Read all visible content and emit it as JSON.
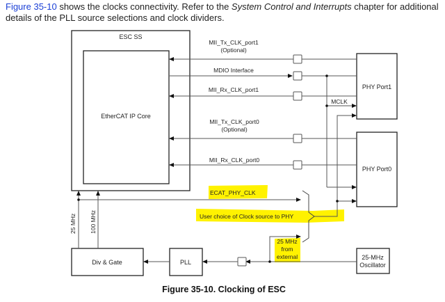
{
  "intro": {
    "link_text": "Figure 35-10",
    "text_1": " shows the clocks connectivity. Refer to the ",
    "italic_text": "System Control and Interrupts",
    "text_2": " chapter for additional details of the PLL source selections and clock dividers.",
    "link_color": "#1a3fd6"
  },
  "diagram": {
    "outer_block": "ESC SS",
    "inner_block": "EtherCAT IP Core",
    "phy1": "PHY Port1",
    "phy0": "PHY Port0",
    "div_gate": "Div & Gate",
    "pll": "PLL",
    "osc_line1": "25-MHz",
    "osc_line2": "Oscillator",
    "signals": {
      "tx1": "MII_Tx_CLK_port1",
      "tx1_opt": "(Optional)",
      "mdio": "MDIO Interface",
      "rx1": "MII_Rx_CLK_port1",
      "mclk": "MCLK",
      "tx0": "MII_Tx_CLK_port0",
      "tx0_opt": "(Optional)",
      "rx0": "MII_Rx_CLK_port0",
      "ecat": "ECAT_PHY_CLK",
      "user_choice": "User choice of Clock source to PHY",
      "ext_line1": "25 MHz",
      "ext_line2": "from",
      "ext_line3": "external",
      "f25": "25 MHz",
      "f100": "100 MHz"
    },
    "highlight_color": "#fff200"
  },
  "caption": "Figure 35-10. Clocking of ESC"
}
